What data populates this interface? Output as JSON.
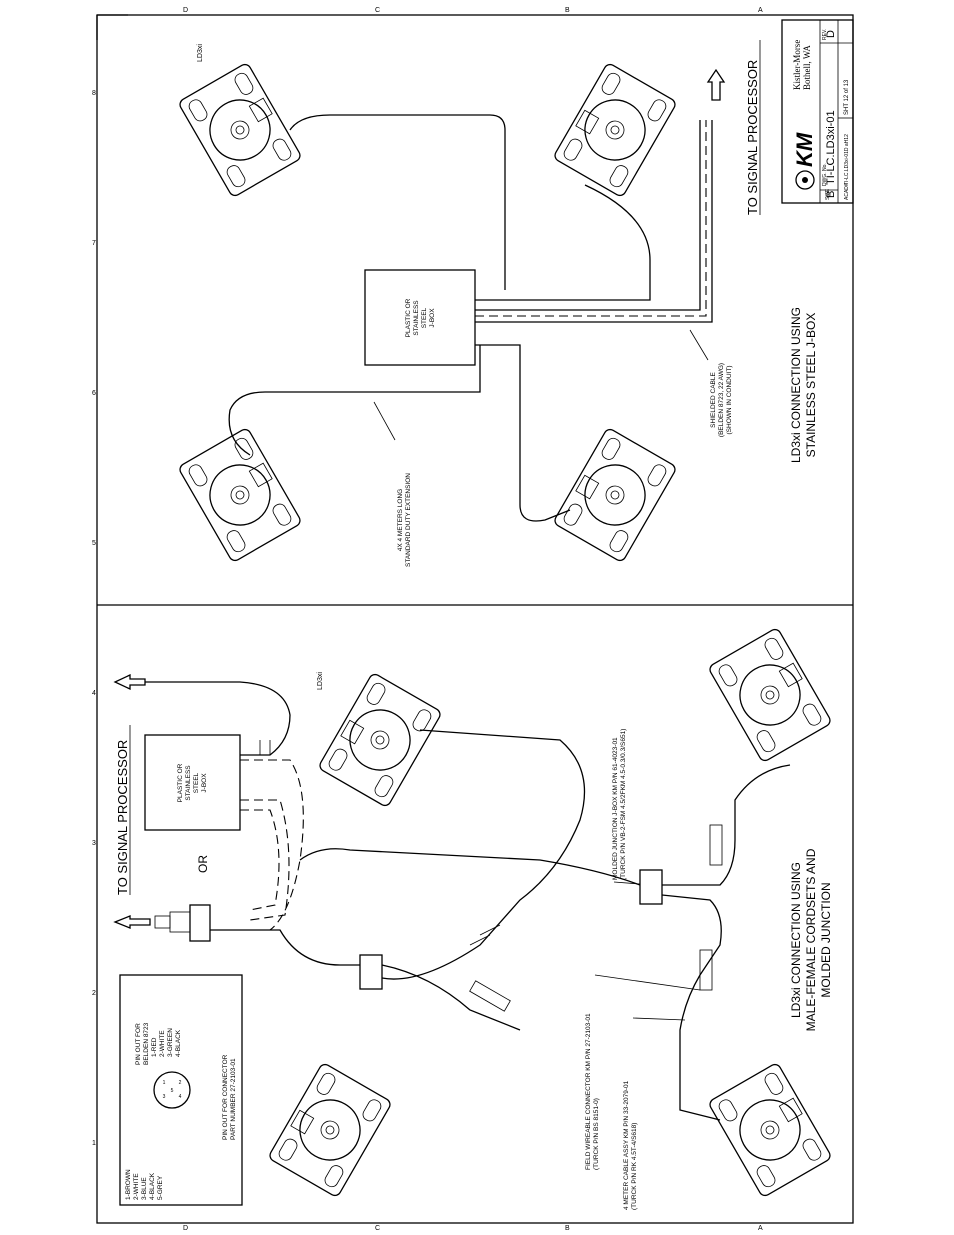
{
  "upper_panel": {
    "title_line1": "LD3xi CONNECTION USING",
    "title_line2": "STAINLESS STEEL J-BOX",
    "signal_label": "TO SIGNAL PROCESSOR",
    "jbox_lines": [
      "PLASTIC OR",
      "STAINLESS",
      "STEEL",
      "J-BOX"
    ],
    "load_cell_label": "LD3xi",
    "extension_lines": [
      "4X 4 METERS LONG",
      "STANDARD DUTY EXTENSION"
    ],
    "shielded_lines": [
      "SHIELDED CABLE",
      "(BELDEN 8723, 22 AWG)",
      "(SHOWN IN CONDUIT)"
    ]
  },
  "lower_panel": {
    "title_line1": "LD3xi CONNECTION USING",
    "title_line2": "MALE-FEMALE CORDSETS AND",
    "title_line3": "MOLDED JUNCTION",
    "signal_label": "TO SIGNAL PROCESSOR",
    "or_label": "OR",
    "jbox_lines": [
      "PLASTIC OR",
      "STAINLESS",
      "STEEL",
      "J-BOX"
    ],
    "load_cell_label": "LD3xi",
    "molded_junction_lines": [
      "MOLDED JUNCTION J-BOX KM P/N 61-4023-01",
      "(TURCK P/N VB-2-FSM 4.5/2FKM 4.5-0.3/0.3/S651)"
    ],
    "field_connector_lines": [
      "FIELD WIREABLE CONNECTOR KM P/N 27-2103-01",
      "(TURCK P/N BS 8151-0)"
    ],
    "cable_assy_lines": [
      "4 METER CABLE ASSY KM P/N 33-2079-01",
      "(TURCK P/N RK 4.5T-4/S618)"
    ],
    "color_codes": [
      "1-BROWN",
      "2-WHITE",
      "3-BLUE",
      "4-BLACK",
      "5-GREY"
    ],
    "belden_pinout": [
      "PIN OUT FOR",
      "BELDEN 8723",
      "1-RED",
      "2-WHITE",
      "3-GREEN",
      "4-BLACK"
    ],
    "connector_pinout": [
      "PIN OUT FOR CONNECTOR",
      "PART NUMBER 27-2103-01"
    ],
    "pin_numbers": [
      "1",
      "2",
      "3",
      "4",
      "5"
    ]
  },
  "title_block": {
    "company_line1": "Kistler-Morse",
    "company_line2": "Bothell, WA",
    "logo_text": "KM",
    "size_label": "SIZE",
    "size_value": "B",
    "dwg_label": "DWG. No.",
    "dwg_value": "TI-LC.LD3xi-01",
    "rev_label": "REV.",
    "rev_value": "D",
    "acad_label": "ACAD#",
    "acad_value": "TI-LC.LD3xi-01D aH12",
    "sheet_text": "SHT 12 of 13"
  },
  "border": {
    "zone_letters": [
      "D",
      "C",
      "B",
      "A"
    ],
    "zone_numbers": [
      "8",
      "7",
      "6",
      "5",
      "4",
      "3",
      "2",
      "1"
    ]
  },
  "colors": {
    "ink": "#000000",
    "paper": "#ffffff"
  }
}
